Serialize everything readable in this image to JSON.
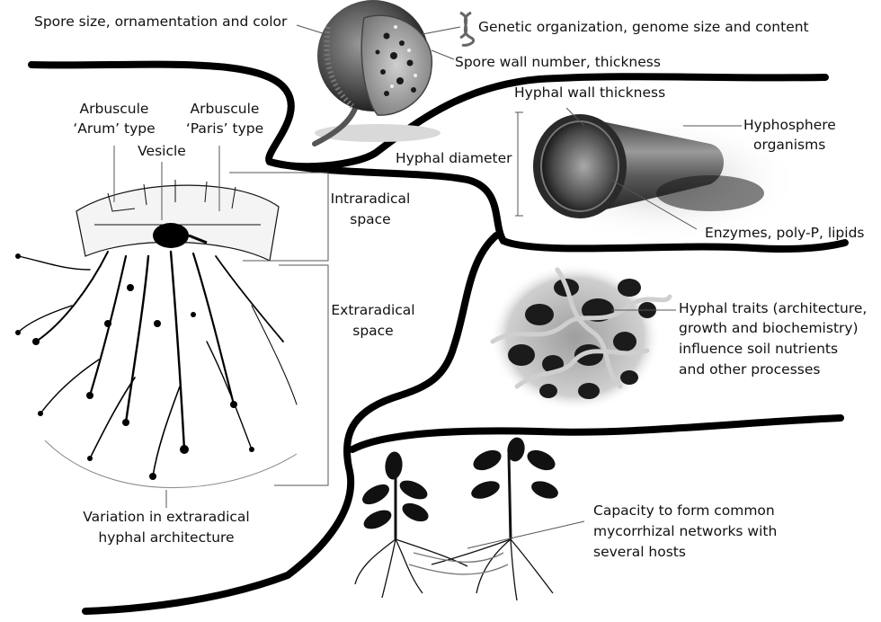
{
  "labels": {
    "spore_size": "Spore size, ornamentation and color",
    "genetic": "Genetic organization, genome size and content",
    "spore_wall": "Spore wall number, thickness",
    "hyphal_wall": "Hyphal wall thickness",
    "arum_1": "Arbuscule",
    "arum_2": "‘Arum’ type",
    "paris_1": "Arbuscule",
    "paris_2": "‘Paris’ type",
    "vesicle": "Vesicle",
    "hyphal_diameter": "Hyphal diameter",
    "hyphosphere_1": "Hyphosphere",
    "hyphosphere_2": "organisms",
    "intraradical_1": "Intraradical",
    "intraradical_2": "space",
    "enzymes": "Enzymes, poly-P, lipids",
    "extraradical_1": "Extraradical",
    "extraradical_2": "space",
    "traits_1": "Hyphal traits (architecture,",
    "traits_2": "growth and biochemistry)",
    "traits_3": "influence soil nutrients",
    "traits_4": "and other processes",
    "capacity_1": "Capacity to form common",
    "capacity_2": "mycorrhizal networks with",
    "capacity_3": "several hosts",
    "variation_1": "Variation in extraradical",
    "variation_2": "hyphal architecture"
  }
}
